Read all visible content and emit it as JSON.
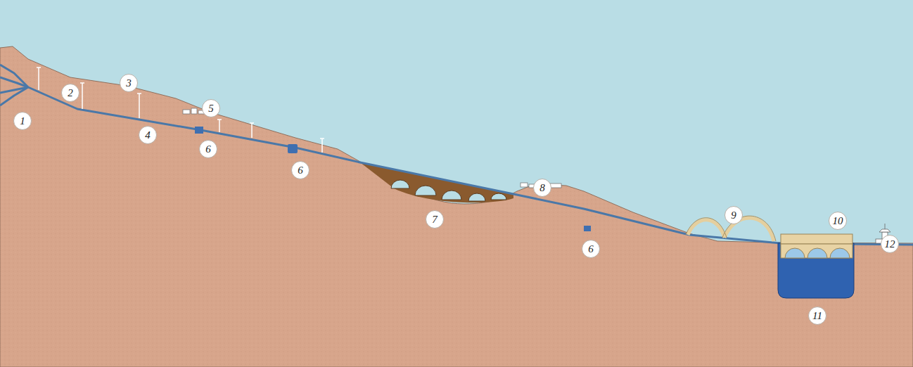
{
  "diagram": {
    "labels": [
      "1",
      "2",
      "3",
      "4",
      "5",
      "6",
      "6",
      "7",
      "8",
      "6",
      "9",
      "10",
      "11",
      "12"
    ]
  }
}
